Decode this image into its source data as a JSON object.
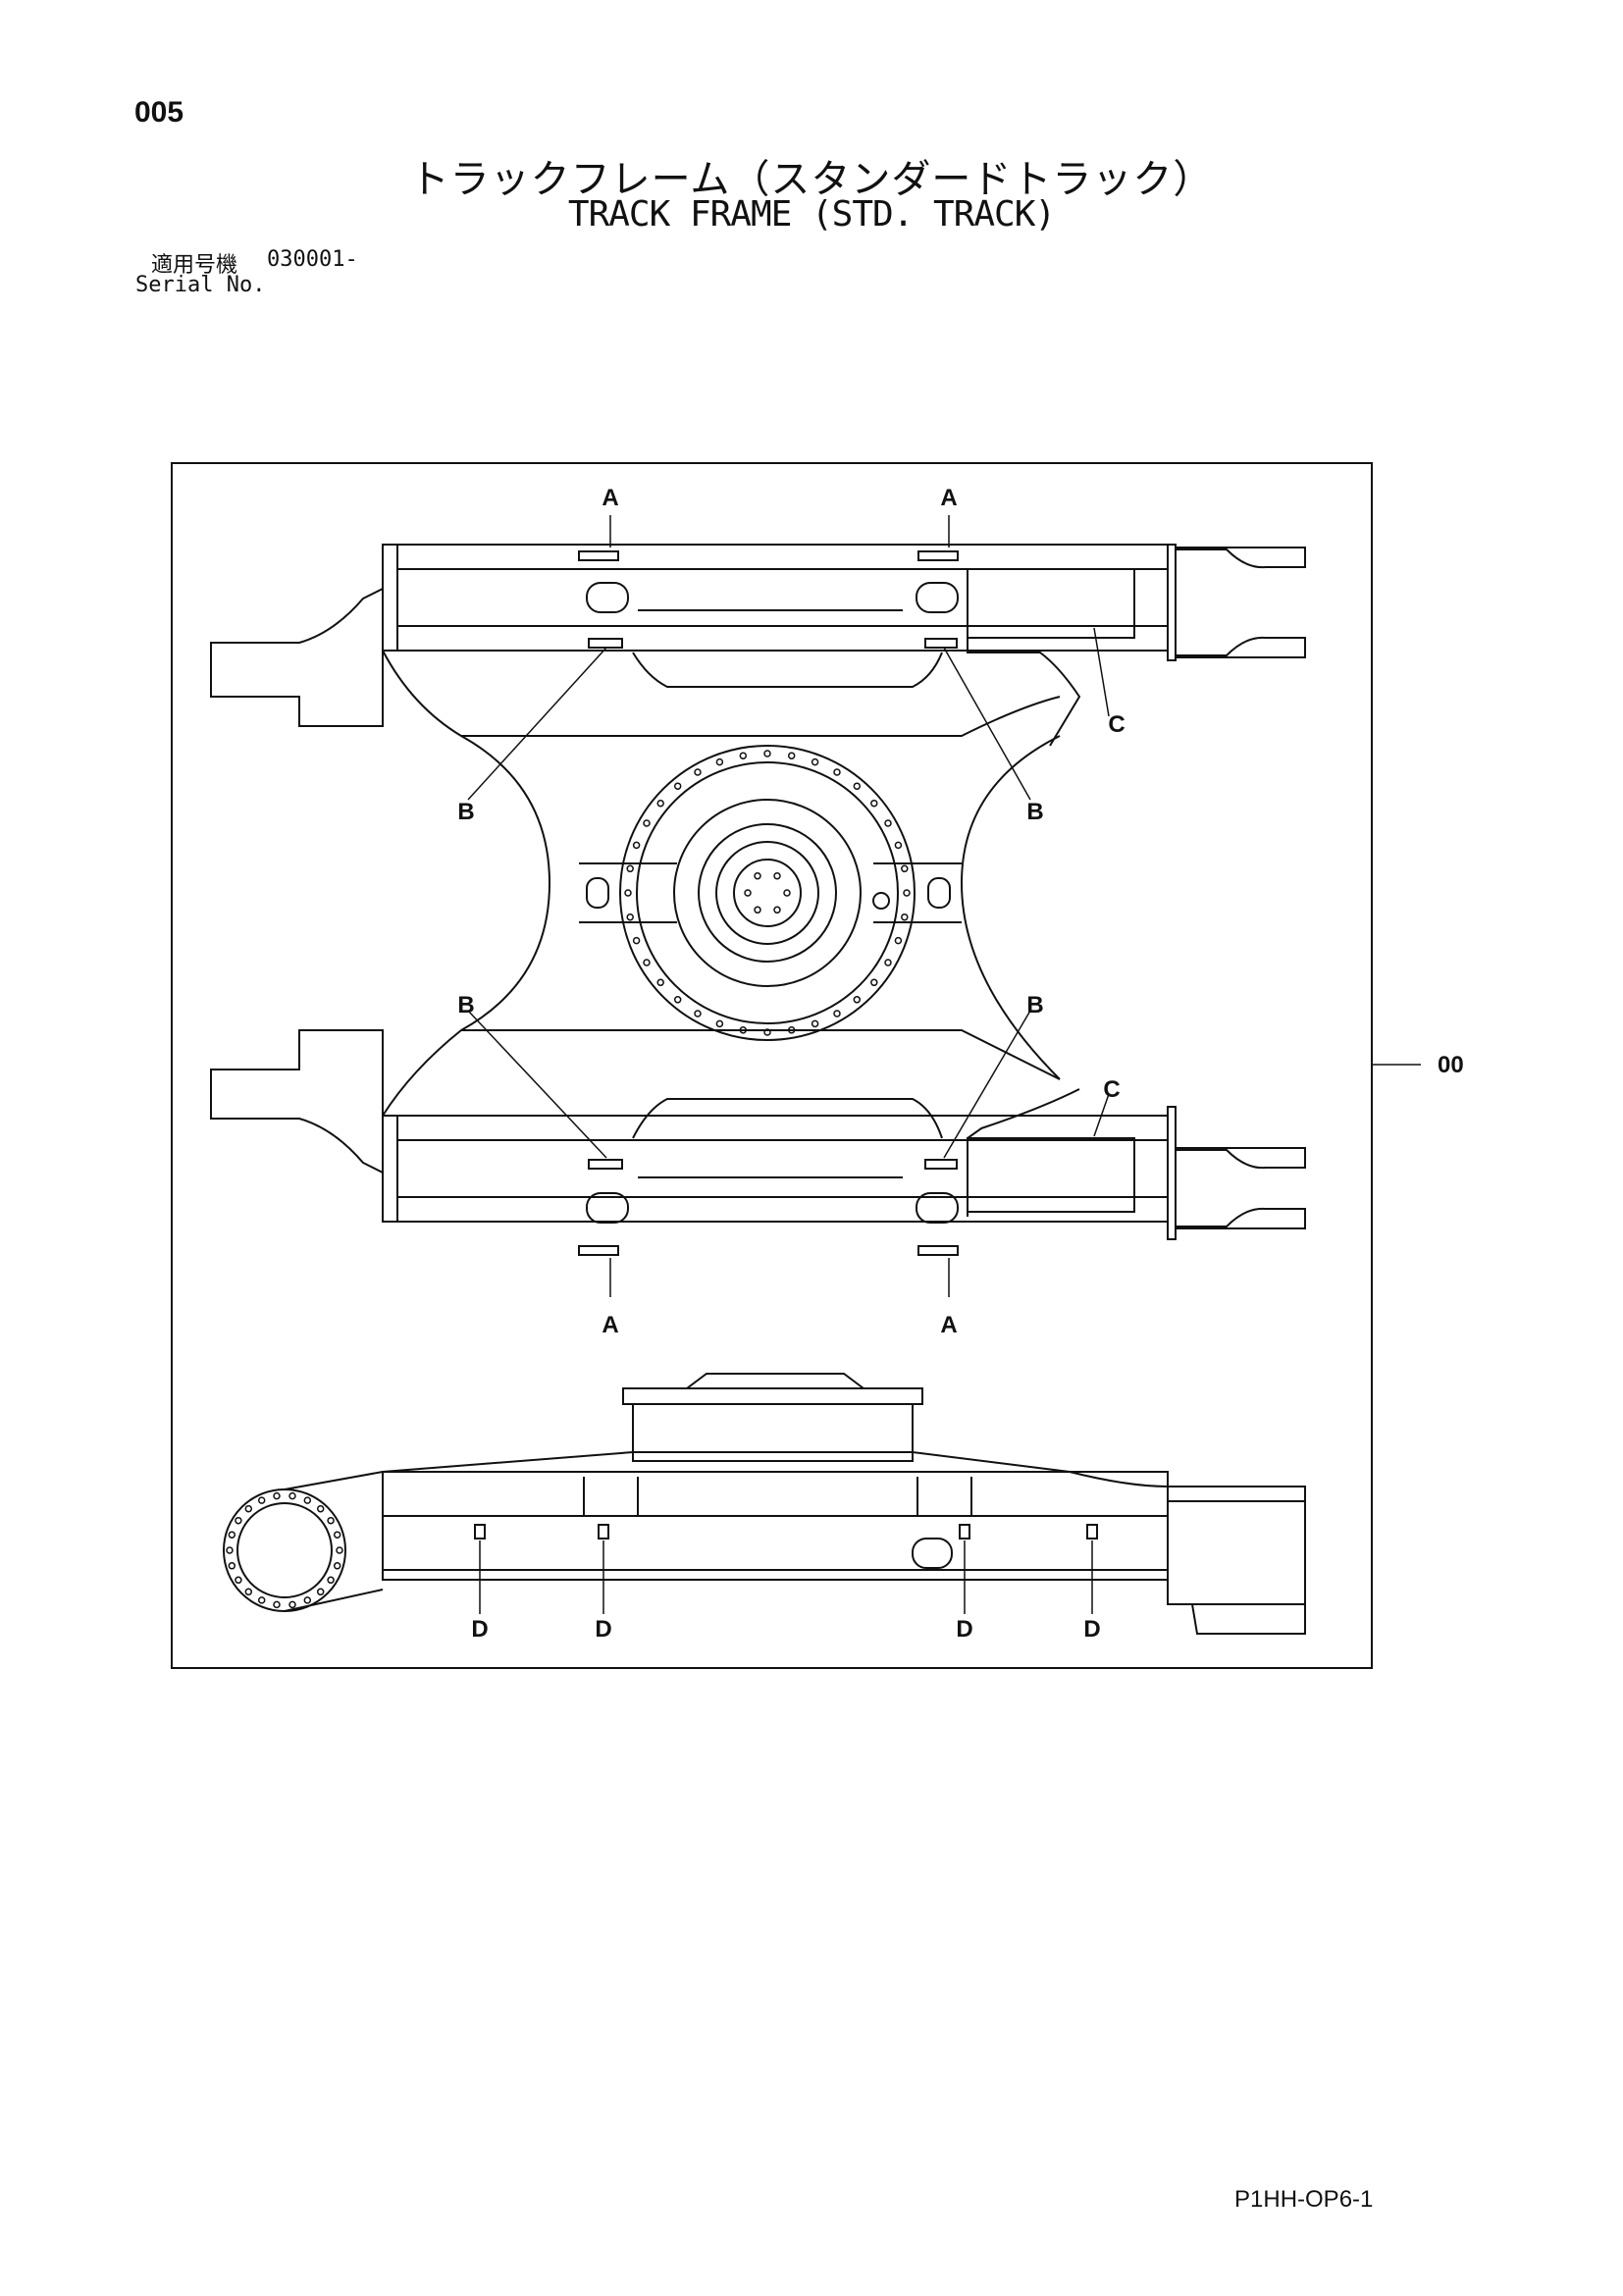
{
  "page": {
    "number": "005",
    "title_jp": "トラックフレーム（スタンダードトラック）",
    "title_en": "TRACK FRAME (STD. TRACK)",
    "serial_label_jp": "適用号機",
    "serial_value": "030001-",
    "serial_label_en": "Serial No.",
    "footer_code": "P1HH-OP6-1"
  },
  "diagram": {
    "callouts": {
      "A": "A",
      "B": "B",
      "C": "C",
      "D": "D",
      "part_00": "00"
    }
  }
}
